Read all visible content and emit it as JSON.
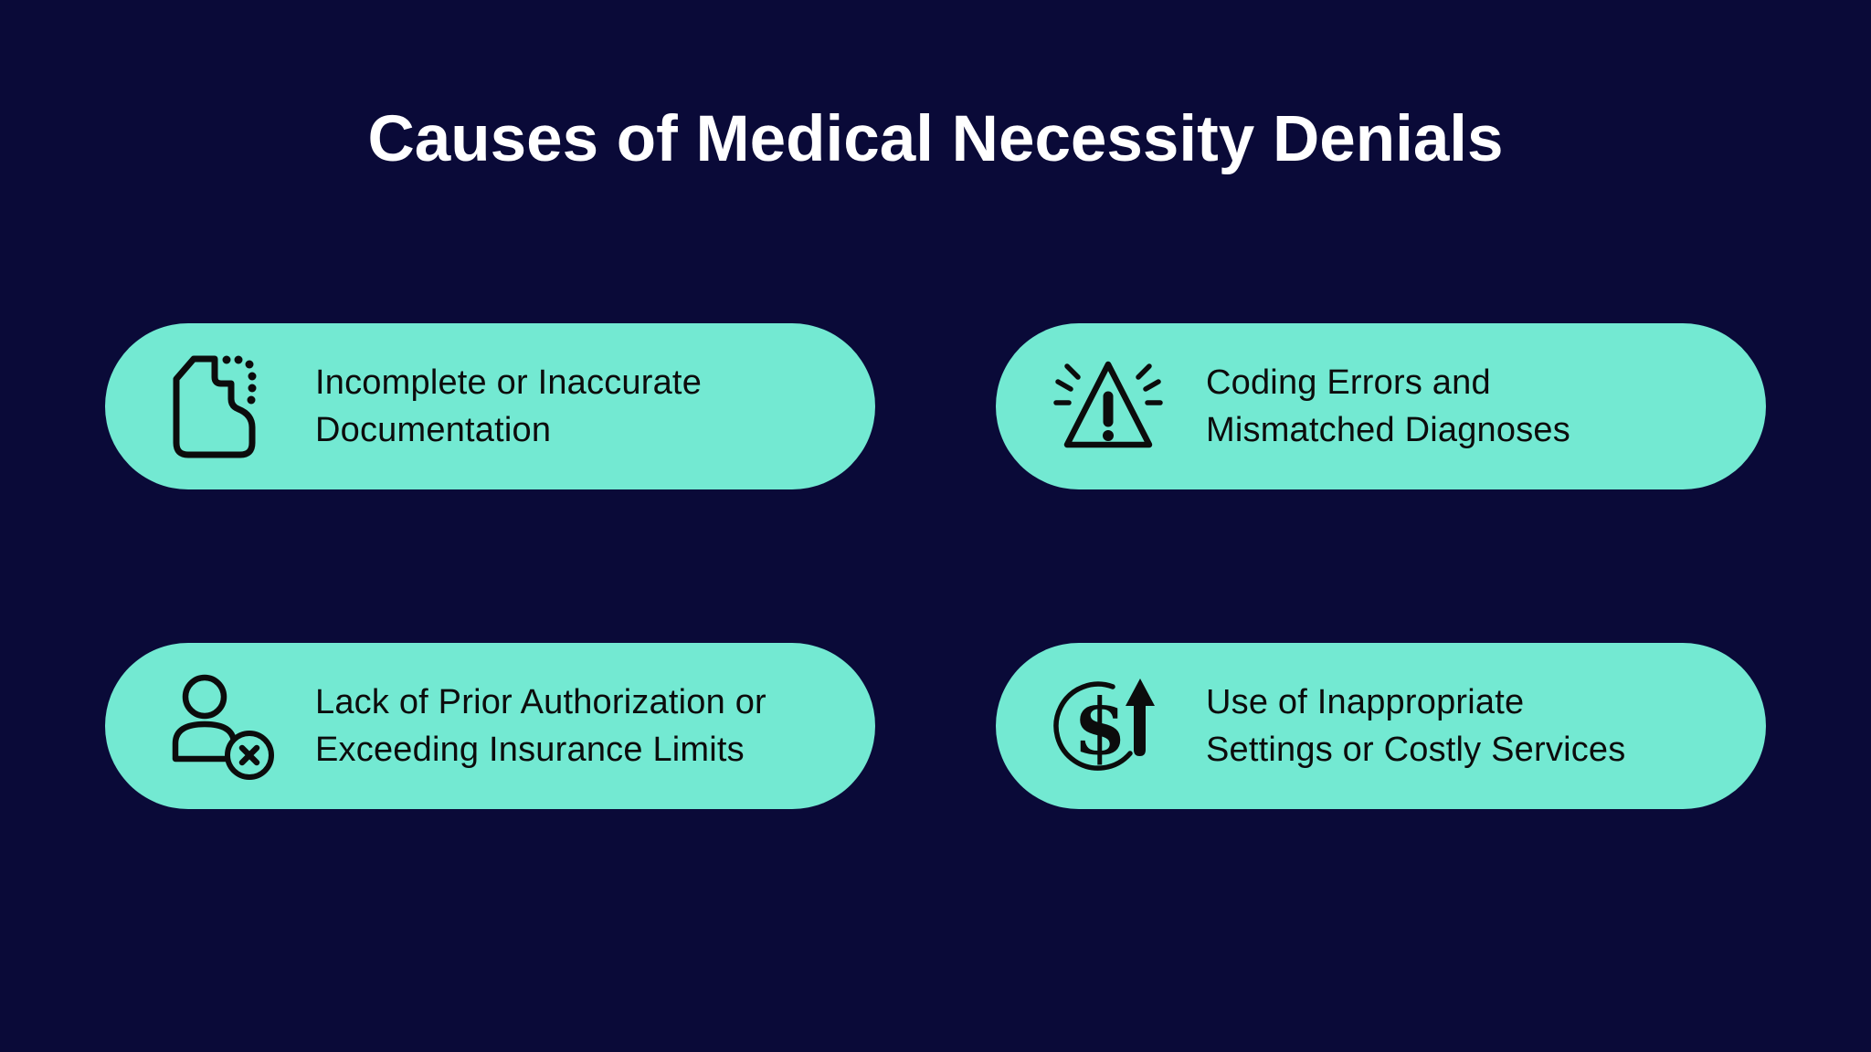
{
  "page": {
    "title": "Causes of Medical Necessity Denials"
  },
  "colors": {
    "background": "#0A0A38",
    "card_background": "#73E9D2",
    "title_text": "#FFFFFF",
    "card_text": "#0C0C0C",
    "icon_stroke": "#0C0C0C"
  },
  "cards": [
    {
      "id": "incomplete-documentation",
      "icon": "incomplete-document-icon",
      "line1": "Incomplete or Inaccurate",
      "line2": "Documentation"
    },
    {
      "id": "coding-errors",
      "icon": "warning-triangle-icon",
      "line1": "Coding Errors and",
      "line2": "Mismatched Diagnoses"
    },
    {
      "id": "prior-authorization",
      "icon": "user-denied-icon",
      "line1": "Lack of Prior Authorization or",
      "line2": "Exceeding Insurance Limits"
    },
    {
      "id": "inappropriate-settings",
      "icon": "dollar-increase-icon",
      "line1": "Use of Inappropriate",
      "line2": "Settings or Costly Services"
    }
  ]
}
